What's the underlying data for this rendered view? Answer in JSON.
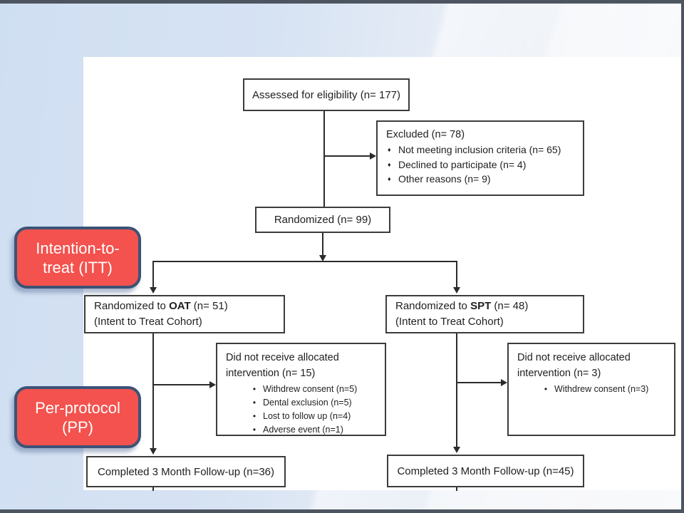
{
  "slide": {
    "frame_color": "#4d5561",
    "background_left": "#cfdff2",
    "background_right": "#f7f8fa",
    "panel_color": "#ffffff"
  },
  "glyphs": {
    "diamond_bullet": "♦",
    "dot_bullet": "•"
  },
  "callouts": {
    "fill": "#f3524e",
    "border": "#3c5377",
    "text_color": "#ffffff",
    "itt_label": "Intention-to-treat (ITT)",
    "pp_label": "Per-protocol (PP)"
  },
  "flowchart": {
    "assessed": {
      "text": "Assessed for eligibility (n= 177)"
    },
    "excluded": {
      "title": "Excluded (n= 78)",
      "bullets": [
        "Not meeting inclusion criteria (n= 65)",
        "Declined to participate (n= 4)",
        "Other reasons (n= 9)"
      ]
    },
    "randomized": {
      "text": "Randomized (n= 99)"
    },
    "oat": {
      "prefix": "Randomized to ",
      "arm": "OAT",
      "suffix": " (n= 51)",
      "line2": "(Intent to Treat Cohort)"
    },
    "spt": {
      "prefix": "Randomized to ",
      "arm": "SPT",
      "suffix": " (n= 48)",
      "line2": "(Intent to Treat Cohort)"
    },
    "dnr_left": {
      "title_line1": "Did not receive allocated",
      "title_line2": "intervention (n= 15)",
      "bullets": [
        "Withdrew consent (n=5)",
        "Dental exclusion (n=5)",
        "Lost to follow up (n=4)",
        "Adverse event (n=1)"
      ]
    },
    "dnr_right": {
      "title_line1": "Did not receive allocated",
      "title_line2": "intervention (n= 3)",
      "bullets": [
        "Withdrew consent (n=3)"
      ]
    },
    "completed_left": {
      "text": "Completed 3 Month Follow-up (n=36)"
    },
    "completed_right": {
      "text": "Completed 3 Month Follow-up (n=45)"
    }
  }
}
